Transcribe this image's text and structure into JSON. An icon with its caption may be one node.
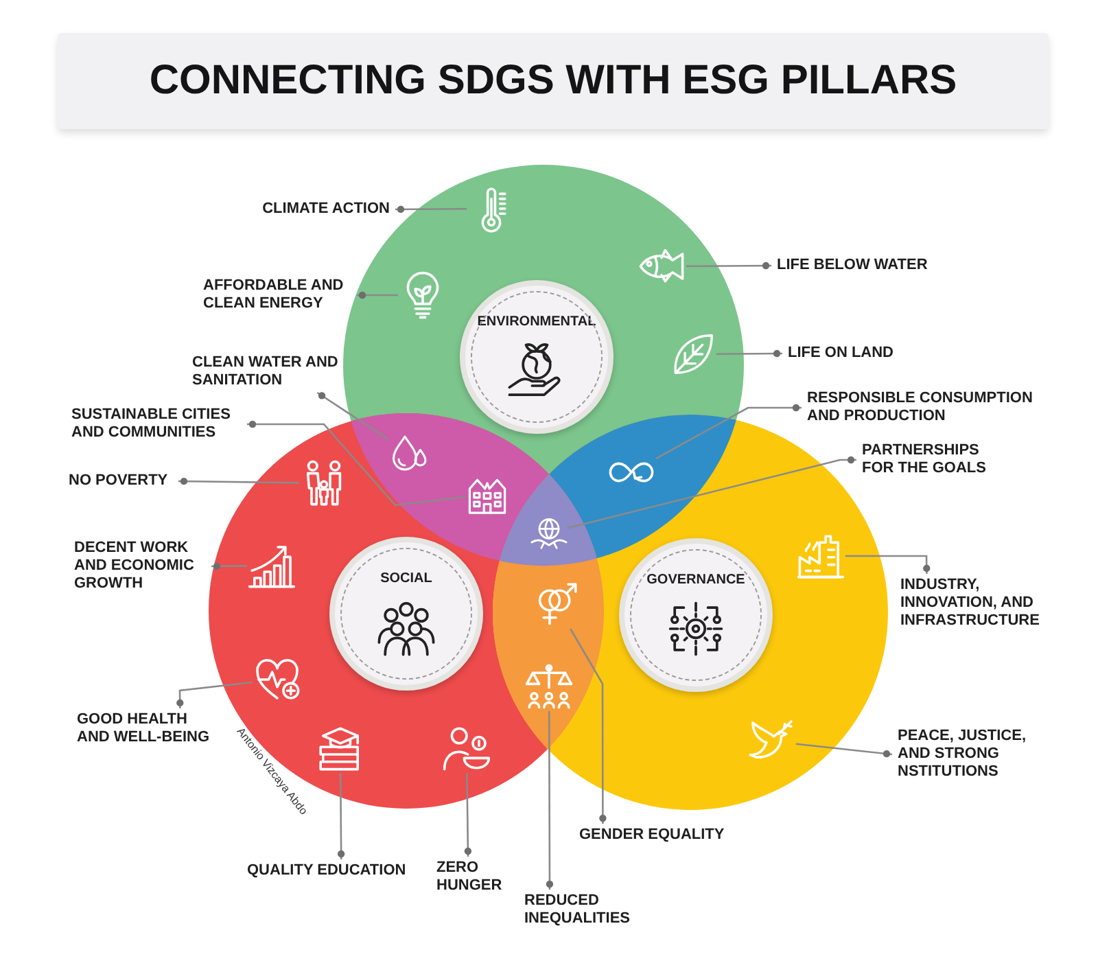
{
  "diagram": {
    "title": "CONNECTING SDGS WITH ESG PILLARS",
    "nodes": [
      {
        "text": [
          "ENVIRONMENTAL"
        ]
      },
      {
        "text": [
          "SOCIAL"
        ]
      },
      {
        "text": [
          "GOVERNANCE"
        ]
      },
      {
        "text": [
          "CLIMATE ACTION"
        ]
      },
      {
        "text": [],
        "shape": "picture"
      },
      {
        "text": [
          "AFFORDABLE AND CLEAN ENERGY"
        ]
      },
      {
        "text": [],
        "shape": "picture"
      },
      {
        "text": [
          "LIFE BELOW WATER"
        ]
      },
      {
        "text": [],
        "shape": "picture"
      },
      {
        "text": [
          "LIFE ON LAND"
        ]
      },
      {
        "text": [],
        "shape": "picture"
      },
      {
        "text": [
          "CLEAN WATER AND SANITATION"
        ]
      },
      {
        "text": [],
        "shape": "picture"
      },
      {
        "text": [
          "RESPONSIBLE CONSUMPTION AND PRODUCTION"
        ]
      },
      {
        "text": [],
        "shape": "picture"
      },
      {
        "text": [
          "SUSTAINABLE CITIES AND COMMUNITIES"
        ]
      },
      {
        "text": [],
        "shape": "picture"
      },
      {
        "text": [
          "PARTNERSHIPS FOR THE GOALS"
        ]
      },
      {
        "text": [],
        "shape": "picture"
      },
      {
        "text": [
          "NO POVERTY"
        ]
      },
      {
        "text": [],
        "shape": "picture"
      },
      {
        "text": [
          "DECENT WORK AND ECONOMIC GROWTH"
        ]
      },
      {
        "text": [],
        "shape": "picture"
      },
      {
        "text": [
          "INDUSTRY, INNOVATION, AND INFRASTRUCTURE"
        ]
      },
      {
        "text": [],
        "shape": "picture"
      },
      {
        "text": [
          "GOOD HEALTH AND WELL-BEING"
        ]
      },
      {
        "text": [],
        "shape": "picture"
      },
      {
        "text": [
          "PEACE, JUSTICE, AND STRONG NSTITUTIONS"
        ]
      },
      {
        "text": [],
        "shape": "picture"
      },
      {
        "text": [
          "GENDER EQUALITY"
        ]
      },
      {
        "text": [],
        "shape": "picture"
      },
      {
        "text": [
          "QUALITY EDUCATION"
        ]
      },
      {
        "text": [],
        "shape": "picture"
      },
      {
        "text": [
          "ZERO HUNGER"
        ]
      },
      {
        "text": [],
        "shape": "picture"
      },
      {
        "text": [
          "REDUCED INEQUALITIES"
        ]
      },
      {
        "text": [],
        "shape": "picture"
      }
    ],
    "edges": [
      {
        "from": 3,
        "to": 4,
        "arrow": "other"
      },
      {
        "from": 5,
        "to": 6,
        "arrow": "other"
      },
      {
        "from": 7,
        "to": 8,
        "arrow": "other"
      },
      {
        "from": 9,
        "to": 10,
        "arrow": "other"
      },
      {
        "from": 11,
        "to": 12,
        "arrow": "other"
      },
      {
        "from": 13,
        "to": 14,
        "arrow": "other"
      },
      {
        "from": 15,
        "to": 16,
        "arrow": "other"
      },
      {
        "from": 17,
        "to": 18,
        "arrow": "other"
      },
      {
        "from": 19,
        "to": 20,
        "arrow": "other"
      },
      {
        "from": 21,
        "to": 22,
        "arrow": "other"
      },
      {
        "from": 23,
        "to": 24,
        "arrow": "other"
      },
      {
        "from": 25,
        "to": 26,
        "arrow": "other"
      },
      {
        "from": 27,
        "to": 28,
        "arrow": "other"
      },
      {
        "from": 29,
        "to": 30,
        "arrow": "other"
      },
      {
        "from": 31,
        "to": 32,
        "arrow": "other"
      },
      {
        "from": 33,
        "to": 34,
        "arrow": "other"
      },
      {
        "from": 35,
        "to": 36,
        "arrow": "other"
      }
    ],
    "labels": [
      "Antonio Vizcaya Abdo"
    ]
  }
}
